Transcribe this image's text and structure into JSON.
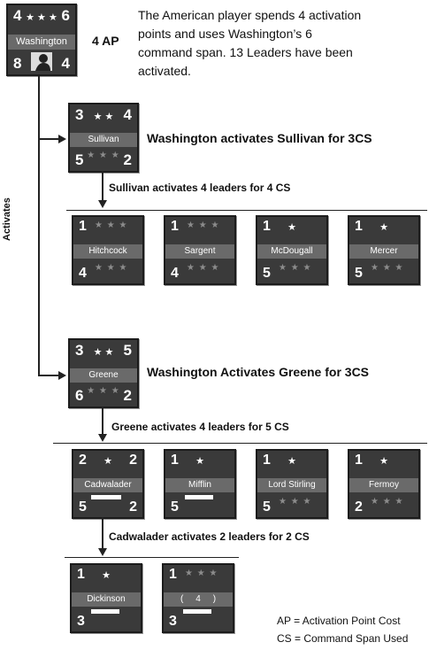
{
  "intro": {
    "ap_label": "4 AP",
    "line1": "The American player spends 4 activation",
    "line2": "points and uses Washington’s 6",
    "line3": "command span. 13 Leaders have been",
    "line4": "activated."
  },
  "vertical_label": "Activates",
  "washington": {
    "tl": "4",
    "tr": "6",
    "name": "Washington",
    "bl": "8",
    "br": "4"
  },
  "sullivan": {
    "tl": "3",
    "tr": "4",
    "name": "Sullivan",
    "bl": "5",
    "br": "2",
    "caption": "Washington activates Sullivan for 3CS"
  },
  "sullivan_group": {
    "caption": "Sullivan activates 4 leaders for 4 CS",
    "leaders": [
      {
        "tl": "1",
        "name": "Hitchcock",
        "bl": "4"
      },
      {
        "tl": "1",
        "name": "Sargent",
        "bl": "4"
      },
      {
        "tl": "1",
        "name": "McDougall",
        "bl": "5"
      },
      {
        "tl": "1",
        "name": "Mercer",
        "bl": "5"
      }
    ]
  },
  "greene": {
    "tl": "3",
    "tr": "5",
    "name": "Greene",
    "bl": "6",
    "br": "2",
    "caption": "Washington Activates Greene for 3CS"
  },
  "greene_group": {
    "caption": "Greene activates 4 leaders for 5 CS",
    "leaders": [
      {
        "tl": "2",
        "tr": "2",
        "name": "Cadwalader",
        "bl": "5",
        "br": "2"
      },
      {
        "tl": "1",
        "name": "Mifflin",
        "bl": "5"
      },
      {
        "tl": "1",
        "name": "Lord Stirling",
        "bl": "5"
      },
      {
        "tl": "1",
        "name": "Fermoy",
        "bl": "2"
      }
    ]
  },
  "cadwalader_group": {
    "caption": "Cadwalader activates 2 leaders for 2 CS",
    "leaders": [
      {
        "tl": "1",
        "name": "Dickinson",
        "bl": "3"
      },
      {
        "tl": "1",
        "name": "4",
        "bl": "3",
        "paren_open": "(",
        "paren_close": ")"
      }
    ]
  },
  "legend": {
    "ap": "AP = Activation Point Cost",
    "cs": "CS = Command Span Used"
  }
}
